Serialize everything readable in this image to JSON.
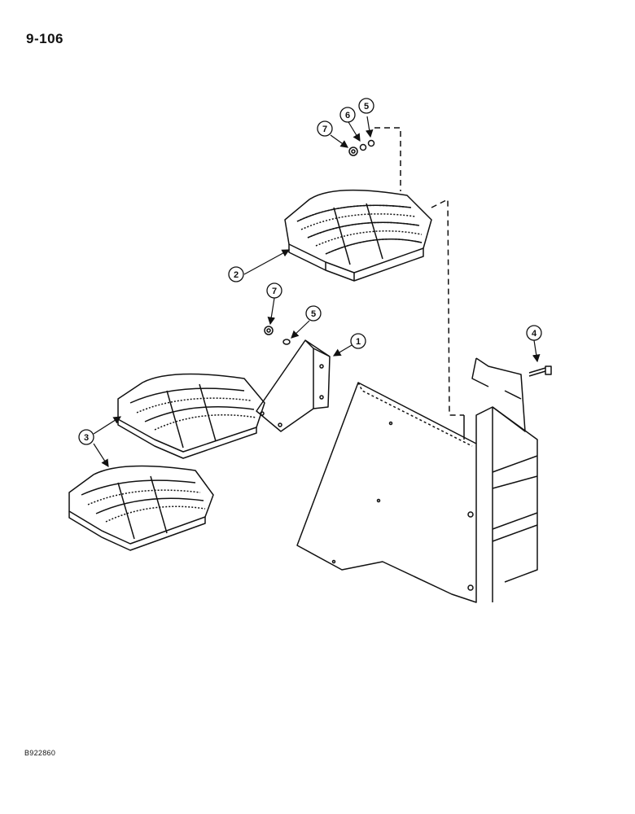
{
  "page": {
    "number": "9-106",
    "figure_code": "B922860"
  },
  "callouts": {
    "c1": "1",
    "c2": "2",
    "c3": "3",
    "c4": "4",
    "c5a": "5",
    "c5b": "5",
    "c6": "6",
    "c7a": "7",
    "c7b": "7"
  }
}
